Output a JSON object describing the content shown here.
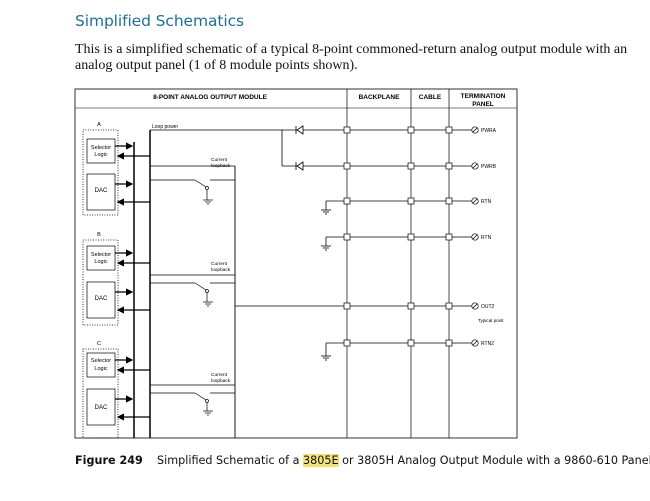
{
  "page": {
    "title": "Simplified Schematics",
    "intro": "This is a simplified schematic of a typical 8-point commoned-return analog output module with an analog output panel (1 of 8 module points shown)."
  },
  "figure": {
    "headers": {
      "module": "8-POINT ANALOG OUTPUT MODULE",
      "backplane": "BACKPLANE",
      "cable": "CABLE",
      "termination_line1": "TERMINATION",
      "termination_line2": "PANEL"
    },
    "channels": [
      {
        "letter": "A",
        "selector_line1": "Selector",
        "selector_line2": "Logic",
        "dac": "DAC",
        "loopback_line1": "Current",
        "loopback_line2": "loopback"
      },
      {
        "letter": "B",
        "selector_line1": "Selector",
        "selector_line2": "Logic",
        "dac": "DAC",
        "loopback_line1": "Current",
        "loopback_line2": "loopback"
      },
      {
        "letter": "C",
        "selector_line1": "Selector",
        "selector_line2": "Logic",
        "dac": "DAC",
        "loopback_line1": "Current",
        "loopback_line2": "loopback"
      }
    ],
    "loop_power": "Loop power",
    "terminals": [
      "PWRA",
      "PWRB",
      "RTN",
      "RTN",
      "OUT2",
      "RTN2"
    ],
    "typical_point": "Typical point",
    "caption": {
      "label": "Figure 249",
      "text_before": "Simplified Schematic of a ",
      "highlight": "3805E",
      "text_after": " or 3805H Analog Output Module with a 9860-610 Panel"
    }
  }
}
